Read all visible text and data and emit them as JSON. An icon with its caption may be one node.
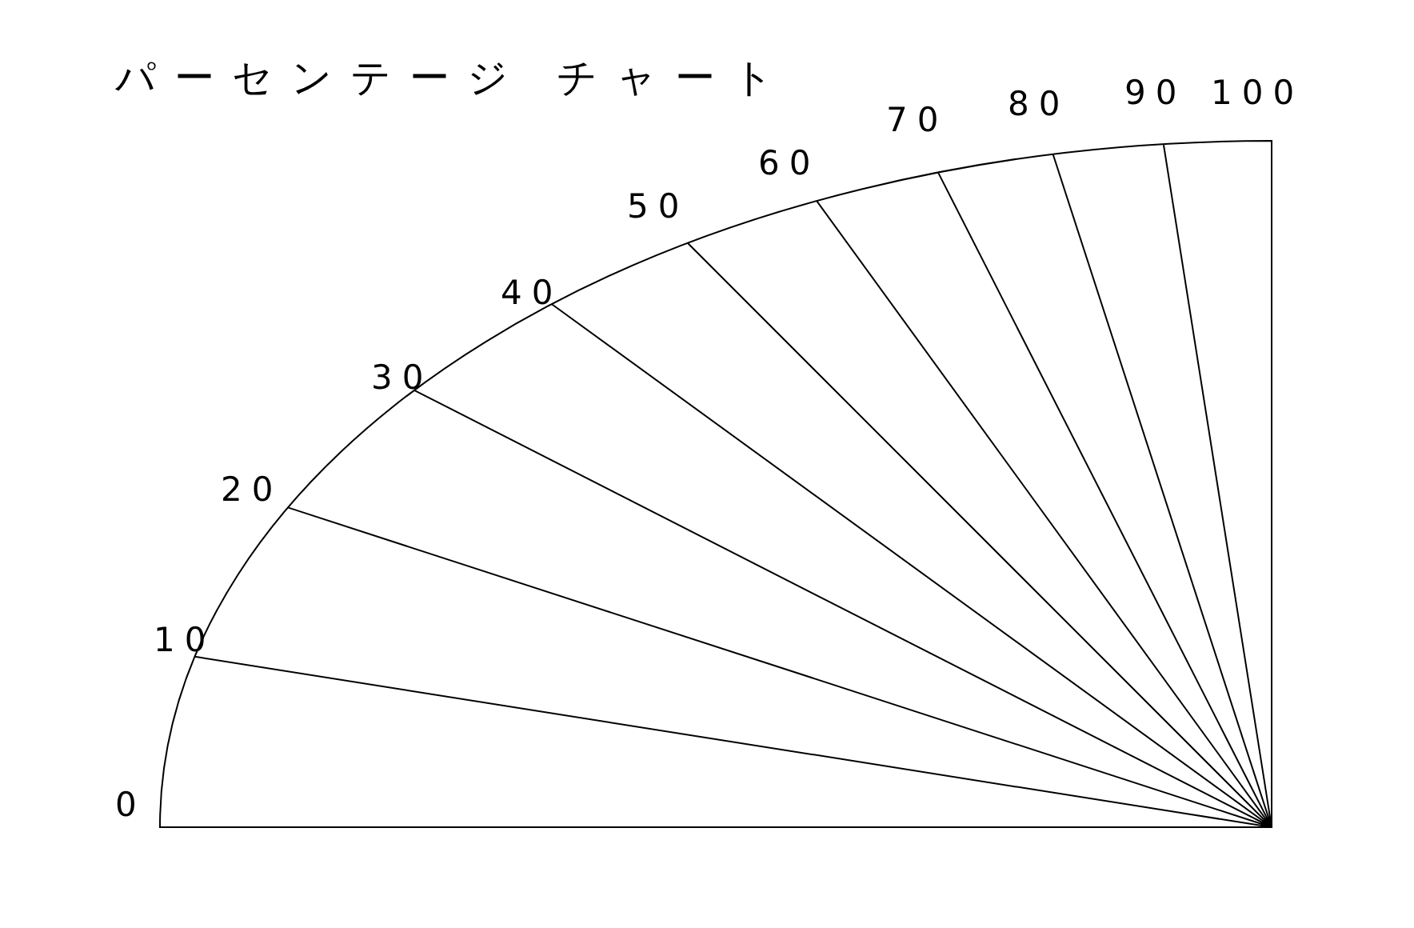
{
  "diagram": {
    "title": "パーセンテージ チャート",
    "labels": [
      "0",
      "10",
      "20",
      "30",
      "40",
      "50",
      "60",
      "70",
      "80",
      "90",
      "100"
    ]
  }
}
